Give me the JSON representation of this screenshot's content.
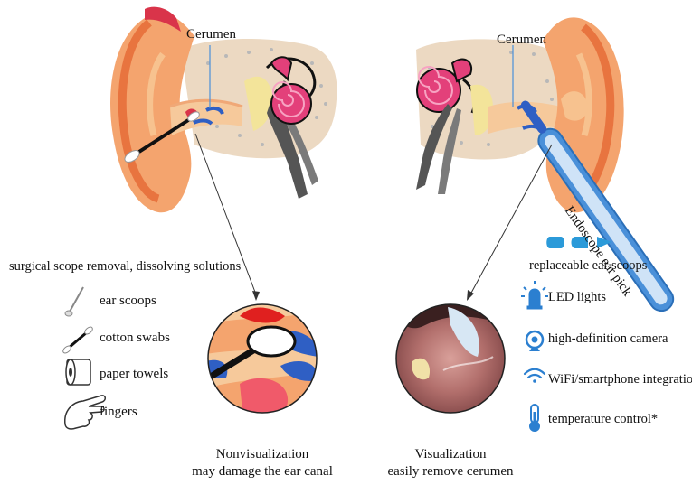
{
  "left_panel": {
    "cerumen_label": "Cerumen",
    "methods_heading": "surgical scope removal, dissolving solutions",
    "tools": [
      {
        "label": "ear scoops",
        "icon": "ear-scoop-icon"
      },
      {
        "label": "cotton swabs",
        "icon": "cotton-swab-icon"
      },
      {
        "label": "paper towels",
        "icon": "paper-towel-icon"
      },
      {
        "label": "fingers",
        "icon": "finger-icon"
      }
    ],
    "caption_line1": "Nonvisualization",
    "caption_line2": "may damage the ear canal"
  },
  "right_panel": {
    "cerumen_label": "Cerumen",
    "device_label": "Endoscope ear pick",
    "scoops_label": "replaceable ear scoops",
    "features": [
      {
        "label": "LED lights",
        "icon": "led-light-icon"
      },
      {
        "label": "high-definition camera",
        "icon": "camera-icon"
      },
      {
        "label": "WiFi/smartphone integration",
        "icon": "wifi-icon"
      },
      {
        "label": "temperature control*",
        "icon": "thermometer-icon"
      }
    ],
    "caption_line1": "Visualization",
    "caption_line2": "easily remove cerumen"
  },
  "colors": {
    "skin": "#f4a46e",
    "skin_dark": "#e8743f",
    "bone": "#ecd9c2",
    "canal": "#f6c99b",
    "inner_ear": "#e3407a",
    "cerumen_blue": "#2f5fc4",
    "device_blue": "#4a90d9",
    "feature_blue": "#2b7fd0"
  }
}
